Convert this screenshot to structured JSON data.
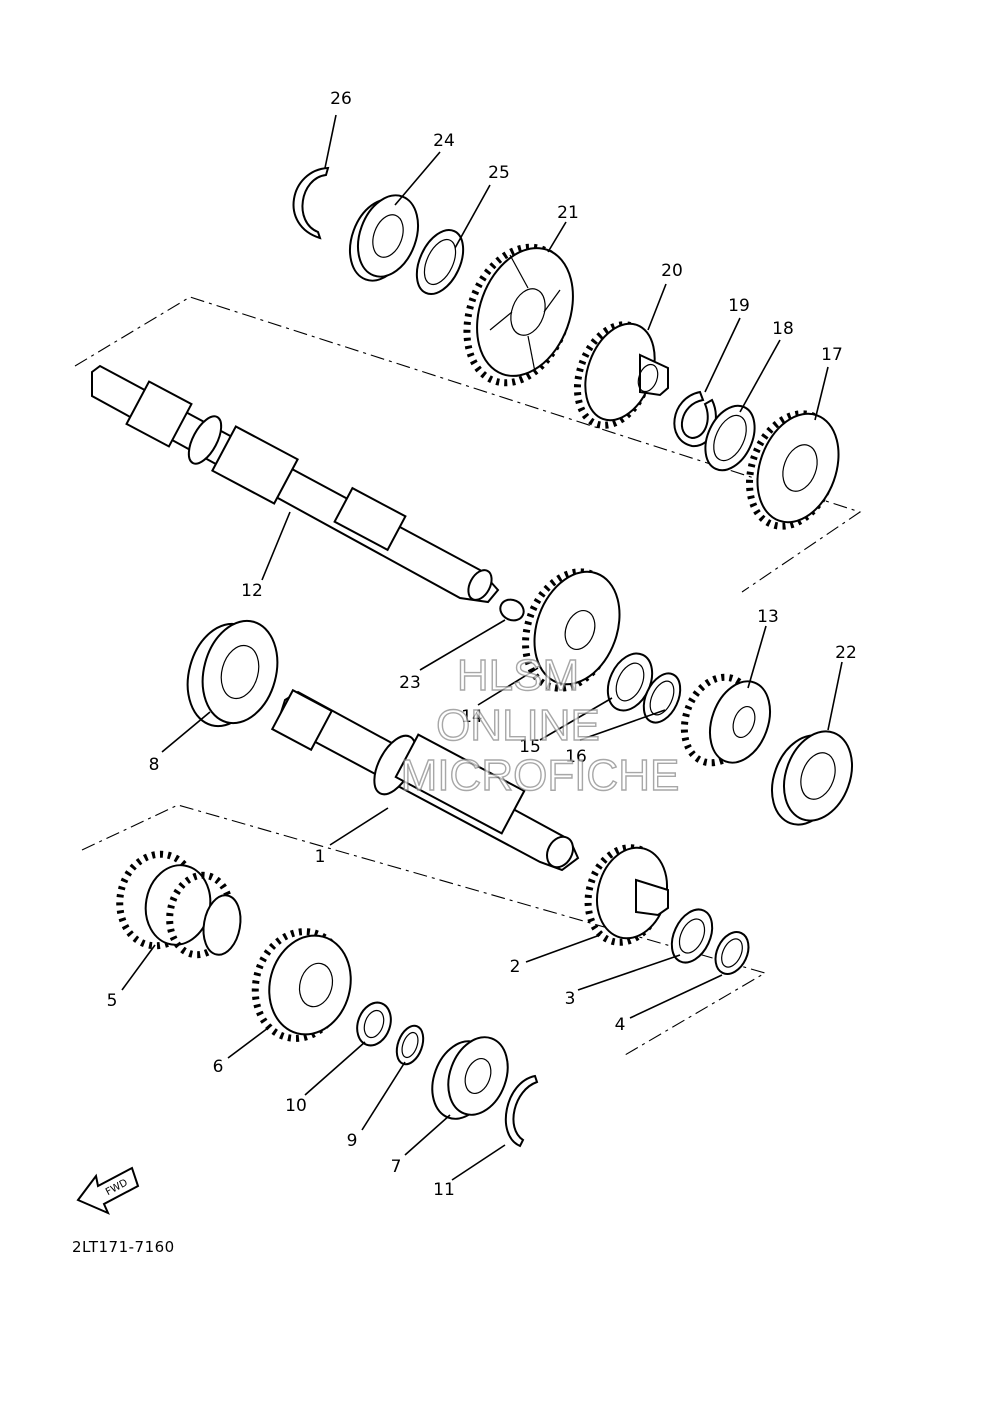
{
  "diagram": {
    "parts": [
      {
        "id": "p1",
        "label": "1"
      },
      {
        "id": "p2",
        "label": "2"
      },
      {
        "id": "p3",
        "label": "3"
      },
      {
        "id": "p4",
        "label": "4"
      },
      {
        "id": "p5",
        "label": "5"
      },
      {
        "id": "p6",
        "label": "6"
      },
      {
        "id": "p7",
        "label": "7"
      },
      {
        "id": "p8",
        "label": "8"
      },
      {
        "id": "p9",
        "label": "9"
      },
      {
        "id": "p10",
        "label": "10"
      },
      {
        "id": "p11",
        "label": "11"
      },
      {
        "id": "p12",
        "label": "12"
      },
      {
        "id": "p13",
        "label": "13"
      },
      {
        "id": "p14",
        "label": "14"
      },
      {
        "id": "p15",
        "label": "15"
      },
      {
        "id": "p16",
        "label": "16"
      },
      {
        "id": "p17",
        "label": "17"
      },
      {
        "id": "p18",
        "label": "18"
      },
      {
        "id": "p19",
        "label": "19"
      },
      {
        "id": "p20",
        "label": "20"
      },
      {
        "id": "p21",
        "label": "21"
      },
      {
        "id": "p22",
        "label": "22"
      },
      {
        "id": "p23",
        "label": "23"
      },
      {
        "id": "p24",
        "label": "24"
      },
      {
        "id": "p25",
        "label": "25"
      },
      {
        "id": "p26",
        "label": "26"
      }
    ],
    "arrow_label": "FWD",
    "diagram_code": "2LT171-7160",
    "watermark": [
      "HLSM",
      "ONLINE",
      "MICROFICHE"
    ]
  }
}
